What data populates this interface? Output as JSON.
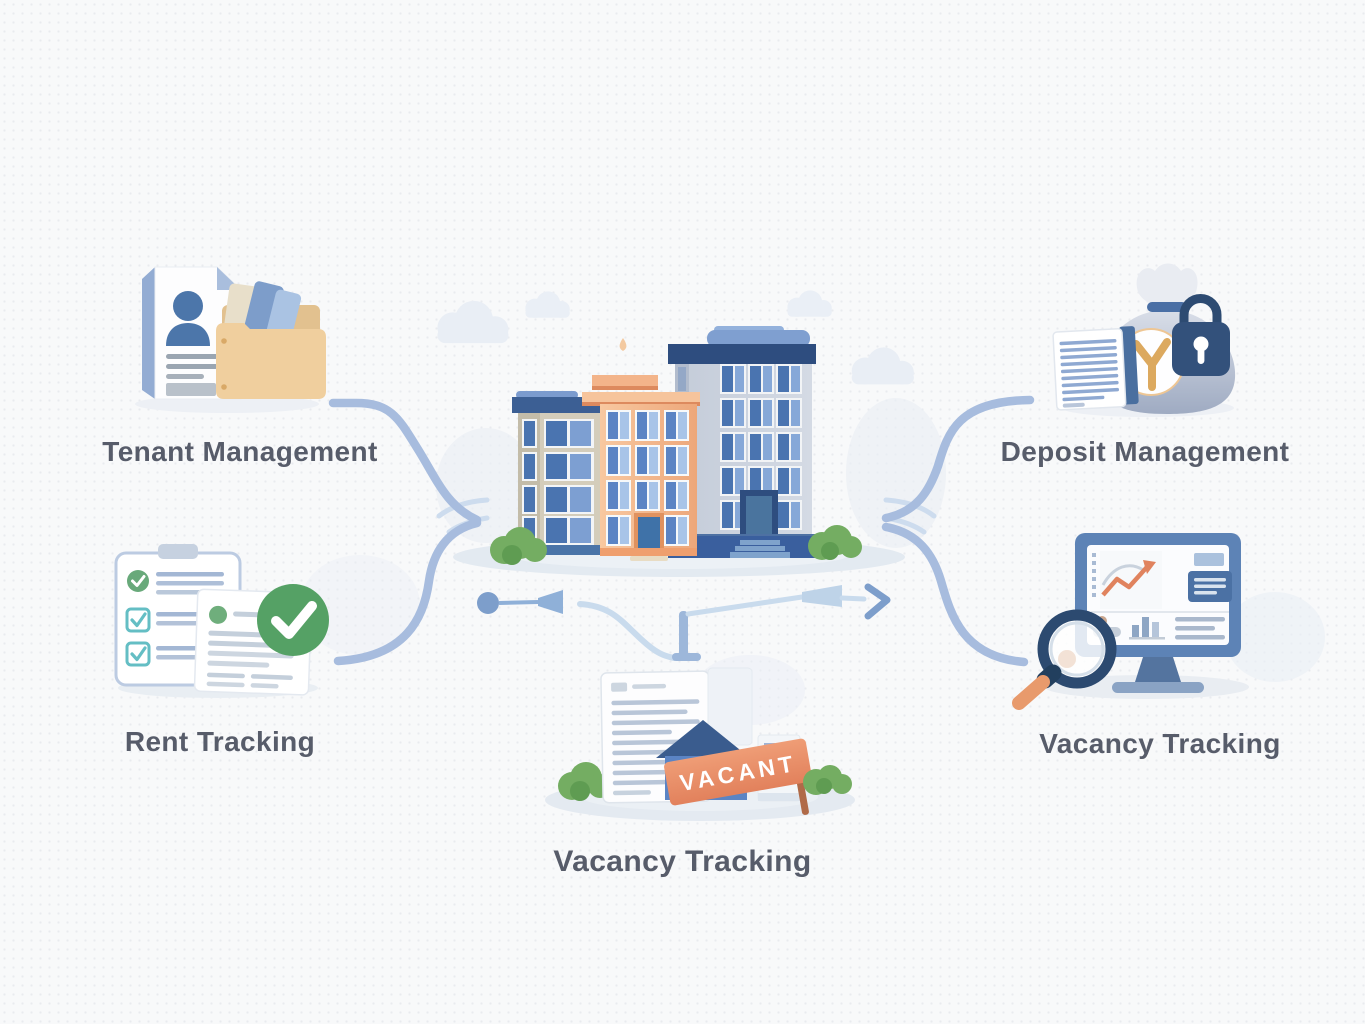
{
  "canvas": {
    "background": "#f8f9fa",
    "texture": "subtle-dot-grid"
  },
  "features": [
    {
      "id": "tenant-management",
      "label": "Tenant Management",
      "position": "top-left",
      "icon": "tenant-file-and-folder-icon"
    },
    {
      "id": "rent-tracking",
      "label": "Rent Tracking",
      "position": "middle-left",
      "icon": "checklist-green-check-icon"
    },
    {
      "id": "vacancy-tracking-house",
      "label": "Vacancy Tracking",
      "position": "bottom-center",
      "icon": "vacant-house-sign-icon",
      "sign_text": "VACANT"
    },
    {
      "id": "deposit-management",
      "label": "Deposit Management",
      "position": "top-right",
      "icon": "money-bag-lock-icon"
    },
    {
      "id": "vacancy-tracking-chart",
      "label": "Vacancy Tracking",
      "position": "middle-right",
      "icon": "monitor-chart-magnifier-icon"
    }
  ],
  "center_illustration": {
    "name": "apartment-buildings",
    "parts": [
      "tan-building",
      "orange-building",
      "blue-building",
      "bushes",
      "clouds",
      "ground-oval"
    ]
  },
  "flow": {
    "start": "dot",
    "end": "chevron-arrow",
    "direction": "left-to-right"
  },
  "colors": {
    "label_text": "#575c6a",
    "connector": "#a7bcde",
    "flow_accent": "#7d9ecb",
    "vacant_sign_orange": "#e8875f",
    "green_check": "#55a165",
    "chart_orange": "#e0835e",
    "building_orange": "#f4b68c",
    "building_tan": "#d4cdbb",
    "building_blue_gray": "#ccd3df",
    "roof_navy": "#2e4d7f",
    "lock_navy": "#33517b",
    "folder_tan": "#f0cf9e",
    "monitor_blue": "#5d83b6",
    "bush_green": "#74ad62"
  }
}
